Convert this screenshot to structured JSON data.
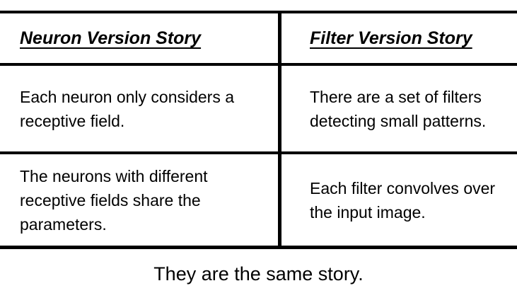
{
  "table": {
    "headers": [
      "Neuron Version Story",
      "Filter Version Story"
    ],
    "rows": [
      [
        "Each neuron only considers a receptive field.",
        "There are a set of filters detecting small patterns."
      ],
      [
        "The neurons with different receptive fields share the parameters.",
        "Each filter convolves over the input image."
      ]
    ]
  },
  "caption": "They are the same story."
}
